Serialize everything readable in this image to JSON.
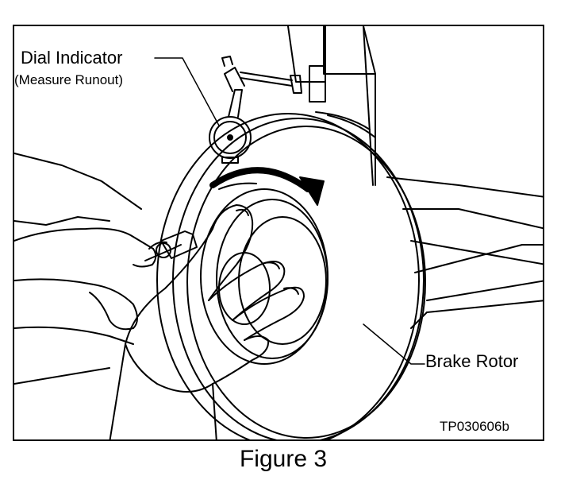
{
  "figure": {
    "labels": {
      "dial_indicator": "Dial Indicator",
      "dial_indicator_note": "(Measure Runout)",
      "brake_rotor": "Brake Rotor",
      "part_code": "TP030606b"
    },
    "caption": "Figure 3"
  },
  "colors": {
    "ink": "#000000",
    "paper": "#ffffff"
  }
}
